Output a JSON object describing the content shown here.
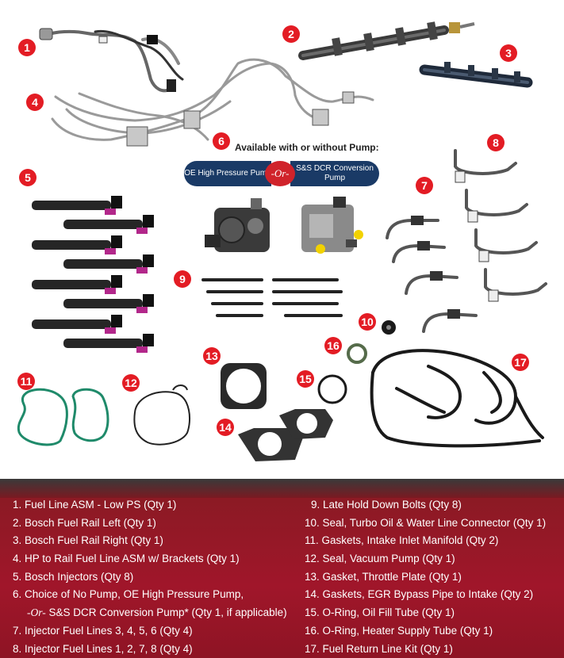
{
  "callouts": [
    "1",
    "2",
    "3",
    "4",
    "5",
    "6",
    "7",
    "8",
    "9",
    "10",
    "11",
    "12",
    "13",
    "14",
    "15",
    "16",
    "17"
  ],
  "pump_choice": {
    "heading": "Available with or without Pump:",
    "left_option": "OE High Pressure Pump",
    "or_label": "-Or-",
    "right_option": "S&S DCR Conversion Pump"
  },
  "parts_list_left": [
    {
      "text": "1. Fuel Line ASM - Low PS (Qty 1)"
    },
    {
      "text": "2. Bosch Fuel Rail Left (Qty 1)"
    },
    {
      "text": "3. Bosch Fuel Rail Right (Qty 1)"
    },
    {
      "text": "4. HP to Rail Fuel Line ASM w/ Brackets (Qty 1)"
    },
    {
      "text": "5. Bosch Injectors (Qty 8)"
    },
    {
      "text": "6. Choice of No Pump, OE High Pressure Pump,"
    },
    {
      "or": "-Or-",
      "text": " S&S DCR Conversion Pump* (Qty 1, if applicable)"
    },
    {
      "text": "7. Injector Fuel Lines 3, 4, 5, 6 (Qty 4)"
    },
    {
      "text": "8. Injector Fuel Lines 1, 2, 7, 8 (Qty 4)"
    }
  ],
  "parts_list_right": [
    {
      "text": "9. Late Hold Down Bolts (Qty 8)"
    },
    {
      "text": "10. Seal, Turbo Oil & Water Line Connector (Qty 1)"
    },
    {
      "text": "11. Gaskets, Intake Inlet Manifold (Qty 2)"
    },
    {
      "text": "12. Seal, Vacuum Pump (Qty 1)"
    },
    {
      "text": "13. Gasket, Throttle Plate (Qty 1)"
    },
    {
      "text": "14. Gaskets, EGR Bypass Pipe to Intake (Qty 2)"
    },
    {
      "text": "15. O-Ring, Oil Fill Tube (Qty 1)"
    },
    {
      "text": "16. O-Ring, Heater Supply Tube (Qty 1)"
    },
    {
      "text": "17. Fuel Return Line Kit (Qty 1)"
    }
  ],
  "colors": {
    "badge": "#e31c24",
    "footer": "#a0162a",
    "pill": "#1a3a66"
  }
}
